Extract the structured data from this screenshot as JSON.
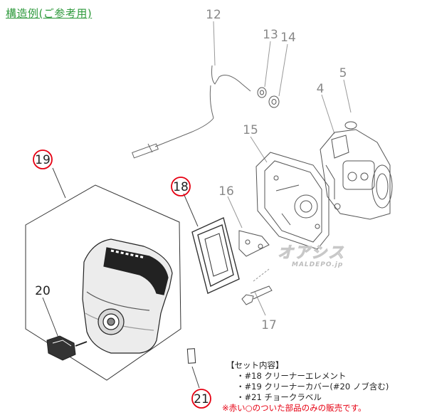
{
  "title": "構造例(ご参考用)",
  "callouts": {
    "n4": "4",
    "n5": "5",
    "n12": "12",
    "n13": "13",
    "n14": "14",
    "n15": "15",
    "n16": "16",
    "n17": "17",
    "n18": "18",
    "n19": "19",
    "n20": "20",
    "n21": "21"
  },
  "highlighted_parts": [
    "18",
    "19",
    "21"
  ],
  "highlight_color": "#e60012",
  "set_info": {
    "heading": "【セット内容】",
    "items": [
      "・#18 クリーナーエレメント",
      "・#19 クリーナーカバー(#20 ノブ含む)",
      "・#21 チョークラベル"
    ],
    "note": "※赤い○のついた部品のみの販売です。"
  },
  "watermark": {
    "brand": "オアシス",
    "site": "MALDEPO.jp"
  }
}
